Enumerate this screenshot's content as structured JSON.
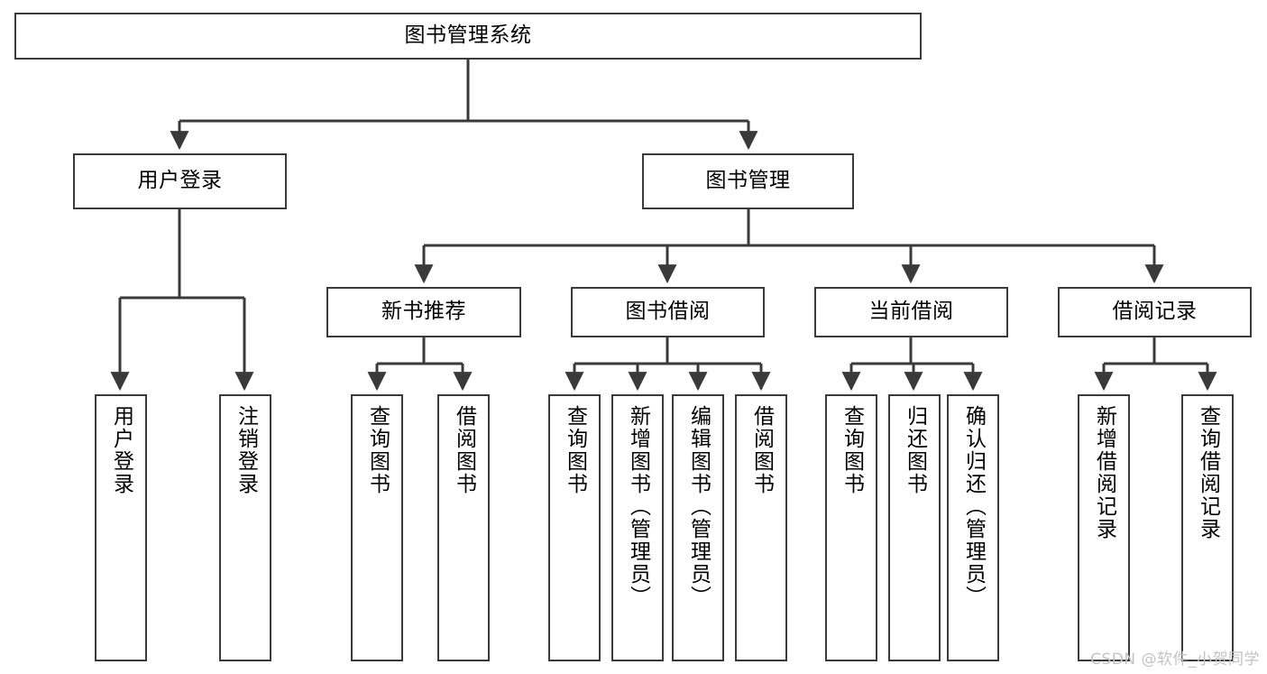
{
  "diagram": {
    "title": "图书管理系统",
    "watermark": "CSDN @软件_小贺同学",
    "colors": {
      "background": "#ffffff",
      "box_border": "#3a3a3a",
      "box_fill": "#ffffff",
      "edge": "#3a3a3a",
      "text": "#000000",
      "watermark": "#c3c3c3"
    },
    "nodes": {
      "root": {
        "label": "图书管理系统",
        "orientation": "horizontal"
      },
      "user_login": {
        "label": "用户登录",
        "orientation": "horizontal"
      },
      "book_manage": {
        "label": "图书管理",
        "orientation": "horizontal"
      },
      "new_book_rec": {
        "label": "新书推荐",
        "orientation": "horizontal"
      },
      "book_borrow": {
        "label": "图书借阅",
        "orientation": "horizontal"
      },
      "current_borrow": {
        "label": "当前借阅",
        "orientation": "horizontal"
      },
      "borrow_record": {
        "label": "借阅记录",
        "orientation": "horizontal"
      },
      "leaf_user_login": {
        "label": "用户登录",
        "orientation": "vertical"
      },
      "leaf_logout": {
        "label": "注销登录",
        "orientation": "vertical"
      },
      "leaf_query_book_a": {
        "label": "查询图书",
        "orientation": "vertical"
      },
      "leaf_borrow_book_a": {
        "label": "借阅图书",
        "orientation": "vertical"
      },
      "leaf_query_book_b": {
        "label": "查询图书",
        "orientation": "vertical"
      },
      "leaf_add_book": {
        "label": "新增图书（管理员）",
        "orientation": "vertical"
      },
      "leaf_edit_book": {
        "label": "编辑图书（管理员）",
        "orientation": "vertical"
      },
      "leaf_borrow_book_b": {
        "label": "借阅图书",
        "orientation": "vertical"
      },
      "leaf_query_book_c": {
        "label": "查询图书",
        "orientation": "vertical"
      },
      "leaf_return_book": {
        "label": "归还图书",
        "orientation": "vertical"
      },
      "leaf_confirm_return": {
        "label": "确认归还（管理员）",
        "orientation": "vertical"
      },
      "leaf_add_record": {
        "label": "新增借阅记录",
        "orientation": "vertical"
      },
      "leaf_query_record": {
        "label": "查询借阅记录",
        "orientation": "vertical"
      }
    },
    "hierarchy": [
      {
        "parent": "root",
        "children": [
          "user_login",
          "book_manage"
        ]
      },
      {
        "parent": "user_login",
        "children": [
          "leaf_user_login",
          "leaf_logout"
        ]
      },
      {
        "parent": "book_manage",
        "children": [
          "new_book_rec",
          "book_borrow",
          "current_borrow",
          "borrow_record"
        ]
      },
      {
        "parent": "new_book_rec",
        "children": [
          "leaf_query_book_a",
          "leaf_borrow_book_a"
        ]
      },
      {
        "parent": "book_borrow",
        "children": [
          "leaf_query_book_b",
          "leaf_add_book",
          "leaf_edit_book",
          "leaf_borrow_book_b"
        ]
      },
      {
        "parent": "current_borrow",
        "children": [
          "leaf_query_book_c",
          "leaf_return_book",
          "leaf_confirm_return"
        ]
      },
      {
        "parent": "borrow_record",
        "children": [
          "leaf_add_record",
          "leaf_query_record"
        ]
      }
    ]
  }
}
